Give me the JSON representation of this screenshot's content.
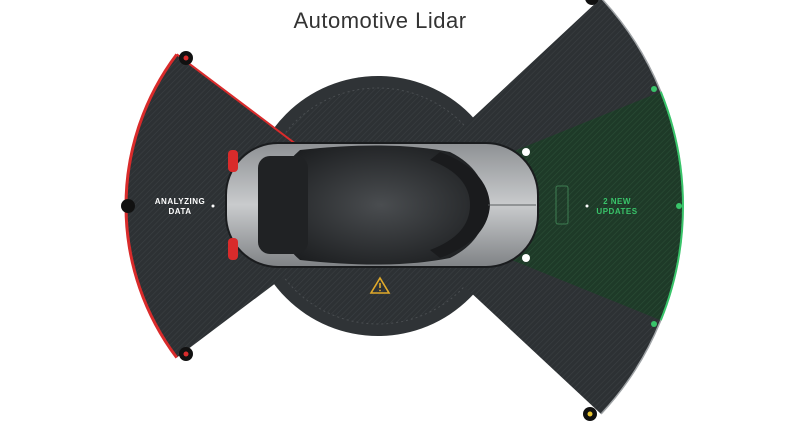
{
  "title": "Automotive Lidar",
  "rear_sector": {
    "label_line1": "ANALYZING",
    "label_line2": "DATA",
    "accent_color": "#d92b2b"
  },
  "front_sector": {
    "label_line1": "2 NEW",
    "label_line2": "UPDATES",
    "accent_color": "#39c46a"
  },
  "warning_icon": "warning-triangle-icon",
  "warning_color": "#e0a92a",
  "colors": {
    "sector_dark": "#2d3134",
    "sector_green": "#1f3a2a",
    "ring": "#35393c",
    "marker_yellow": "#e8c531"
  }
}
